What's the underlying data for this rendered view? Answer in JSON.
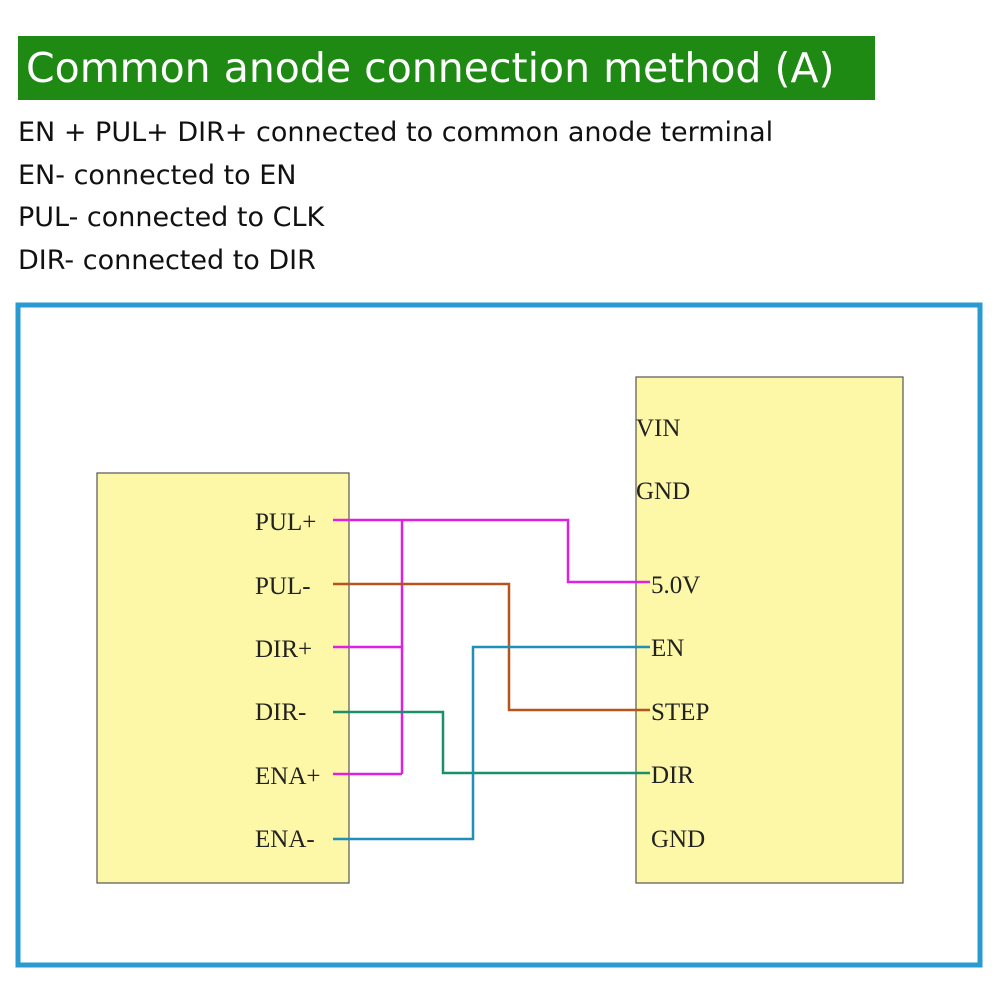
{
  "title": "Common anode connection method (A)",
  "notes": [
    "EN + PUL+ DIR+ connected to common anode terminal",
    "EN- connected to EN",
    "PUL- connected to CLK",
    "DIR- connected to DIR"
  ],
  "driver": {
    "pins": [
      "PUL+",
      "PUL-",
      "DIR+",
      "DIR-",
      "ENA+",
      "ENA-"
    ]
  },
  "controller": {
    "top_labels": [
      "VIN",
      "GND"
    ],
    "pins": [
      "5.0V",
      "EN",
      "STEP",
      "DIR",
      "GND"
    ]
  },
  "colors": {
    "title_bg": "#1e8a14",
    "frame": "#2a9bd0",
    "box_fill": "#fdf7a8",
    "wire_common_anode": "#e020e0",
    "wire_pul": "#b5541c",
    "wire_dir": "#1a8f6a",
    "wire_en": "#1f8fb8"
  }
}
